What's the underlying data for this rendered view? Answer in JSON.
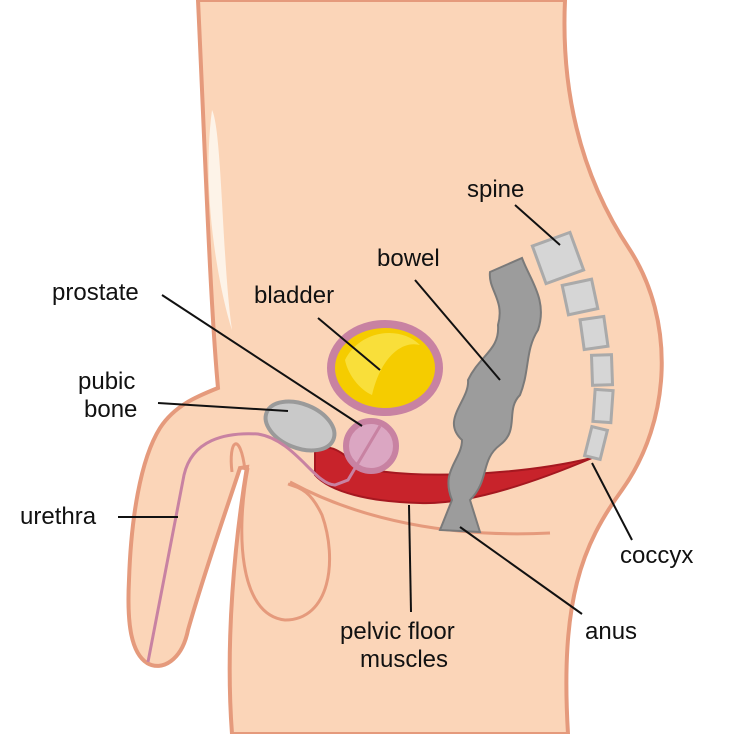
{
  "labels": {
    "spine": "spine",
    "bowel": "bowel",
    "prostate": "prostate",
    "bladder": "bladder",
    "pubic_bone_line1": "pubic",
    "pubic_bone_line2": "bone",
    "urethra": "urethra",
    "coccyx": "coccyx",
    "pelvic_floor_line1": "pelvic floor",
    "pelvic_floor_line2": "muscles",
    "anus": "anus"
  },
  "colors": {
    "skin": "#fbd5b8",
    "skin_outline": "#e59a7c",
    "bladder": "#f5cc00",
    "bladder_outline": "#c882a2",
    "prostate": "#dba6c2",
    "bone": "#c9c9c9",
    "bone_outline": "#9a9a9a",
    "muscle": "#c8232b",
    "bowel": "#9c9c9c"
  }
}
